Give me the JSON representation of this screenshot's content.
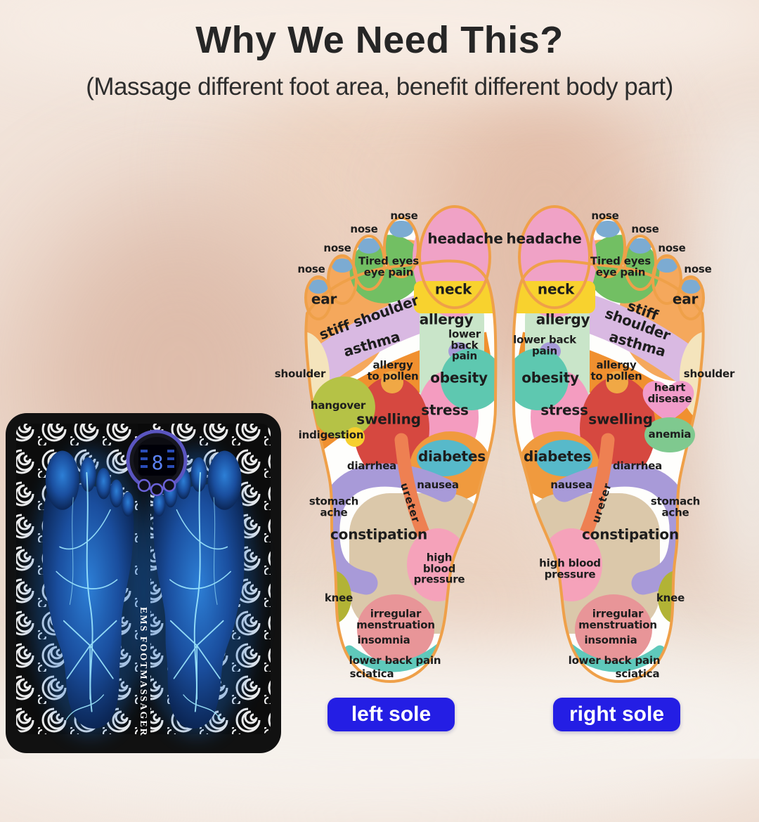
{
  "header": {
    "title": "Why We Need This?",
    "subtitle": "(Massage different foot area, benefit different body part)"
  },
  "zones": {
    "nose": "nose",
    "headache": "headache",
    "tired_eyes": "Tired eyes\neye pain",
    "neck": "neck",
    "ear": "ear",
    "stiff_shoulder": "stiff shoulder",
    "allergy": "allergy",
    "asthma": "asthma",
    "lower_back_pain": "lower back\npain",
    "obesity": "obesity",
    "shoulder": "shoulder",
    "allergy_to_pollen": "allergy\nto pollen",
    "hangover": "hangover",
    "swelling": "swelling",
    "stress": "stress",
    "indigestion": "indigestion",
    "heart_disease": "heart\ndisease",
    "anemia": "anemia",
    "diabetes": "diabetes",
    "diarrhea": "diarrhea",
    "nausea": "nausea",
    "stomach_ache": "stomach\nache",
    "ureter": "ureter",
    "constipation": "constipation",
    "high_blood_pressure": "high blood\npressure",
    "knee": "knee",
    "irregular_menstruation": "irregular\nmenstruation",
    "insomnia": "insomnia",
    "lower_back_pain_heel": "lower back pain",
    "sciatica": "sciatica"
  },
  "buttons": {
    "left_sole": "left sole",
    "right_sole": "right sole"
  },
  "product": {
    "brand": "EMS FOOTMASSAGER",
    "display_digit": "8"
  },
  "colors": {
    "button_blue": "#241ee4",
    "foot_outline_orange": "#efa049",
    "title_text": "#262626",
    "vein_cyan": "#9fe9ff",
    "device_ring_purple": "#5a55c0"
  }
}
